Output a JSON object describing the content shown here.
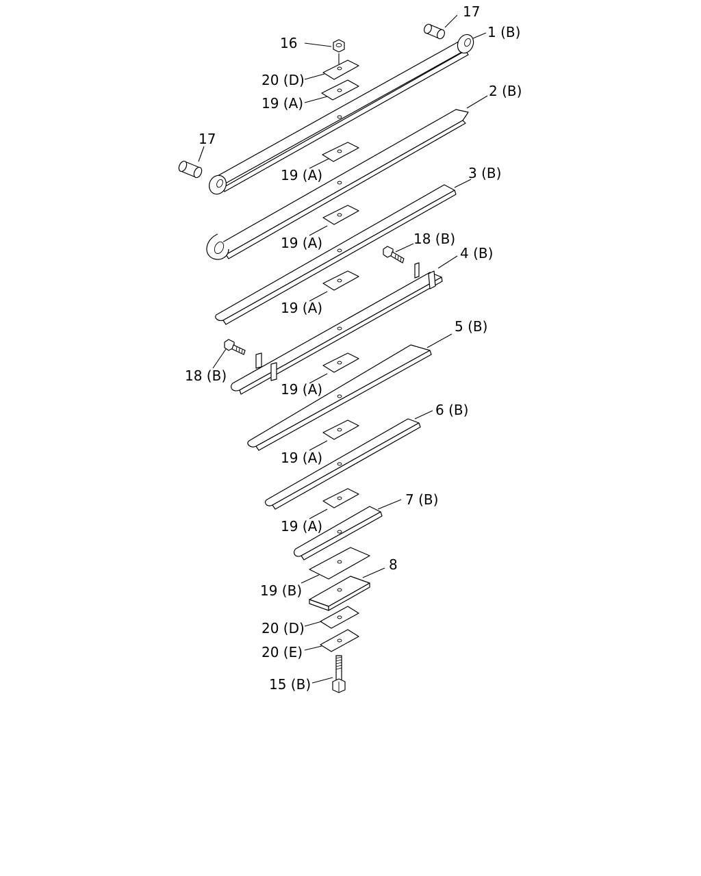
{
  "labels": {
    "l_17_top": "17",
    "l_1b": "1 (B)",
    "l_16": "16",
    "l_20d_top": "20 (D)",
    "l_19a_1": "19 (A)",
    "l_2b": "2 (B)",
    "l_17_left": "17",
    "l_19a_2": "19 (A)",
    "l_3b": "3 (B)",
    "l_19a_3": "19 (A)",
    "l_18b_right": "18 (B)",
    "l_4b": "4 (B)",
    "l_19a_4": "19 (A)",
    "l_18b_left": "18 (B)",
    "l_5b": "5 (B)",
    "l_19a_5": "19 (A)",
    "l_6b": "6 (B)",
    "l_19a_6": "19 (A)",
    "l_7b": "7 (B)",
    "l_19a_7": "19 (A)",
    "l_8": "8",
    "l_19b": "19 (B)",
    "l_20d_bottom": "20 (D)",
    "l_20e": "20 (E)",
    "l_15b": "15 (B)"
  }
}
